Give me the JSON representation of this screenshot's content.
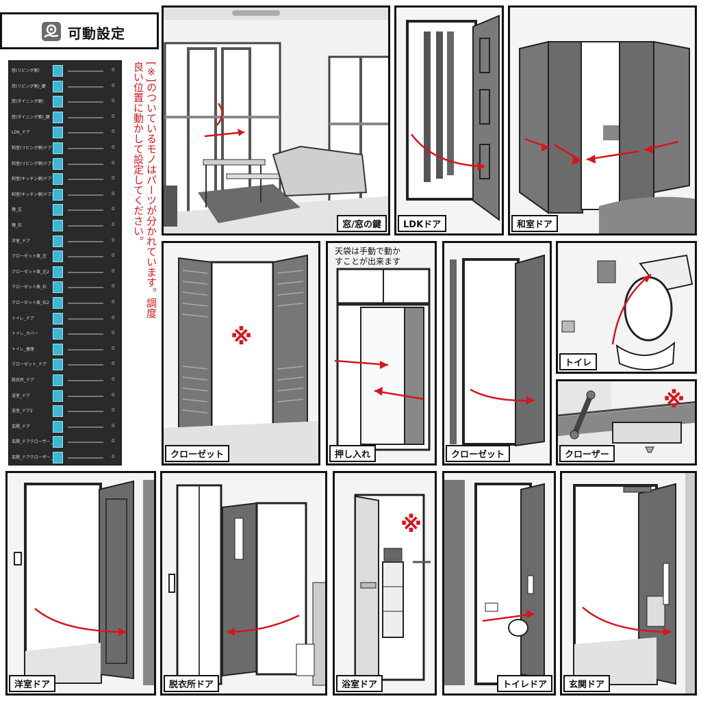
{
  "header": {
    "title": "可動設定",
    "icon": "gear-hand-icon"
  },
  "params": [
    {
      "label": "窓(リビング側)",
      "value": "0"
    },
    {
      "label": "窓(リビング側)_鍵",
      "value": "0"
    },
    {
      "label": "窓(ダイニング側)",
      "value": "0"
    },
    {
      "label": "窓(ダイニング側)_鍵",
      "value": "0"
    },
    {
      "label": "LDK_ドア",
      "value": "0"
    },
    {
      "label": "和室(リビング側)ドア",
      "value": "0"
    },
    {
      "label": "和室(リビング側)ドア2",
      "value": "0"
    },
    {
      "label": "和室(キッチン側)ドア",
      "value": "0"
    },
    {
      "label": "和室(キッチン側)ドア2",
      "value": "0"
    },
    {
      "label": "襖_左",
      "value": "0"
    },
    {
      "label": "襖_右",
      "value": "0"
    },
    {
      "label": "洋室_ドア",
      "value": "0"
    },
    {
      "label": "クローゼット扉_左",
      "value": "0"
    },
    {
      "label": "クローゼット扉_左2",
      "value": "0"
    },
    {
      "label": "クローゼット扉_右",
      "value": "0"
    },
    {
      "label": "クローゼット扉_右2",
      "value": "0"
    },
    {
      "label": "トイレ_ドア",
      "value": "0"
    },
    {
      "label": "トイレ_カバー",
      "value": "0"
    },
    {
      "label": "トイレ_便座",
      "value": "0"
    },
    {
      "label": "クローゼット_ドア",
      "value": "0"
    },
    {
      "label": "脱衣所_ドア",
      "value": "0"
    },
    {
      "label": "浴室_ドア",
      "value": "0"
    },
    {
      "label": "浴室_ドア2",
      "value": "0"
    },
    {
      "label": "玄関_ドア",
      "value": "0"
    },
    {
      "label": "玄関_ドアクローザー_A",
      "value": "0"
    },
    {
      "label": "玄関_ドアクローザー_B",
      "value": "0"
    }
  ],
  "note": "[※]のついているモノはパーツが分かれています。調度良い位置に動かして設定してください。",
  "panels": {
    "window": "窓/窓の鍵",
    "ldk": "LDKドア",
    "washitsu": "和室ドア",
    "closet1": "クローゼット",
    "oshiire": "押し入れ",
    "oshiire_note": "天袋は手動で動かすことが出来ます",
    "closet2": "クローゼット",
    "toilet": "トイレ",
    "closer": "クローザー",
    "youshitsu": "洋室ドア",
    "datsui": "脱衣所ドア",
    "yokushitsu": "浴室ドア",
    "toiletdoor": "トイレドア",
    "genkan": "玄関ドア"
  },
  "mark": "※",
  "colors": {
    "accent": "#d8141c",
    "slider_key": "#3ab8d6",
    "panel_bg": "#2a2a2a"
  }
}
